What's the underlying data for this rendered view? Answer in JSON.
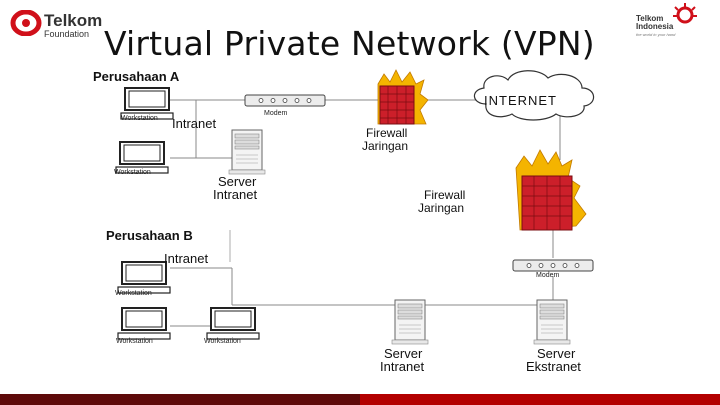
{
  "slide": {
    "title": "Virtual Private Network (VPN)",
    "logo_left": {
      "name": "Telkom",
      "sub": "Foundation"
    },
    "logo_right": {
      "line1": "Telkom",
      "line2": "Indonesia",
      "tagline": "the world in your hand"
    }
  },
  "diagram": {
    "company_a": "Perusahaan A",
    "company_b": "Perusahaan B",
    "intranet_a": "Intranet",
    "intranet_b": "Intranet",
    "internet": "INTERNET",
    "modem_a": "Modem",
    "modem_b": "Modem",
    "firewall_a_line1": "Firewall",
    "firewall_a_line2": "Jaringan",
    "firewall_b_line1": "Firewall",
    "firewall_b_line2": "Jaringan",
    "server_a_line1": "Server",
    "server_a_line2": "Intranet",
    "server_b_line1": "Server",
    "server_b_line2": "Intranet",
    "server_ext_line1": "Server",
    "server_ext_line2": "Ekstranet",
    "workstation": "Workstation"
  },
  "colors": {
    "brand_red": "#d0101a",
    "dark_red": "#5e0a0a",
    "brick": "#cc1f2a",
    "flame": "#f4b400"
  },
  "icons": [
    "telkom-foundation-logo",
    "telkom-indonesia-logo",
    "workstation-icon",
    "modem-icon",
    "firewall-icon",
    "server-icon",
    "cloud-icon"
  ]
}
